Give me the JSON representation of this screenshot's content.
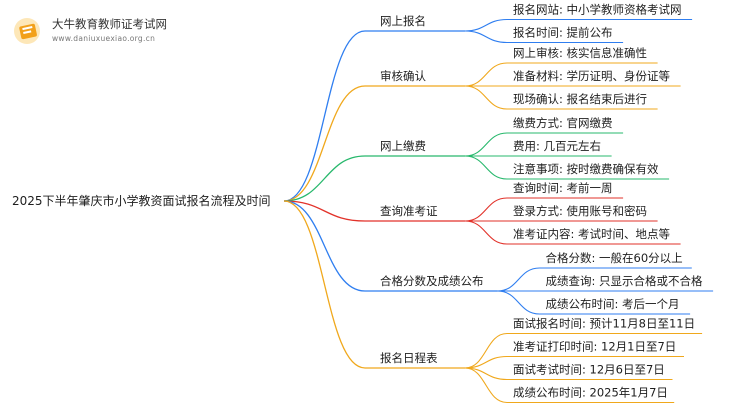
{
  "logo": {
    "title": "大牛教育教师证考试网",
    "url": "www.daniuxuexiao.org.cn"
  },
  "root": {
    "label": "2025下半年肇庆市小学教资面试报名流程及时间"
  },
  "branches": [
    {
      "label": "网上报名",
      "color": "#2f7ef0",
      "children": [
        "报名网站: 中小学教师资格考试网",
        "报名时间: 提前公布"
      ]
    },
    {
      "label": "审核确认",
      "color": "#f0a81c",
      "children": [
        "网上审核: 核实信息准确性",
        "准备材料: 学历证明、身份证等",
        "现场确认: 报名结束后进行"
      ]
    },
    {
      "label": "网上缴费",
      "color": "#27b86c",
      "children": [
        "缴费方式: 官网缴费",
        "费用: 几百元左右",
        "注意事项: 按时缴费确保有效"
      ]
    },
    {
      "label": "查询准考证",
      "color": "#e2322a",
      "children": [
        "查询时间: 考前一周",
        "登录方式: 使用账号和密码",
        "准考证内容: 考试时间、地点等"
      ]
    },
    {
      "label": "合格分数及成绩公布",
      "color": "#2f7ef0",
      "children": [
        "合格分数: 一般在60分以上",
        "成绩查询: 只显示合格或不合格",
        "成绩公布时间: 考后一个月"
      ]
    },
    {
      "label": "报名日程表",
      "color": "#f0a81c",
      "children": [
        "面试报名时间: 预计11月8日至11日",
        "准考证打印时间: 12月1日至7日",
        "面试考试时间: 12月6日至7日",
        "成绩公布时间: 2025年1月7日"
      ]
    }
  ]
}
